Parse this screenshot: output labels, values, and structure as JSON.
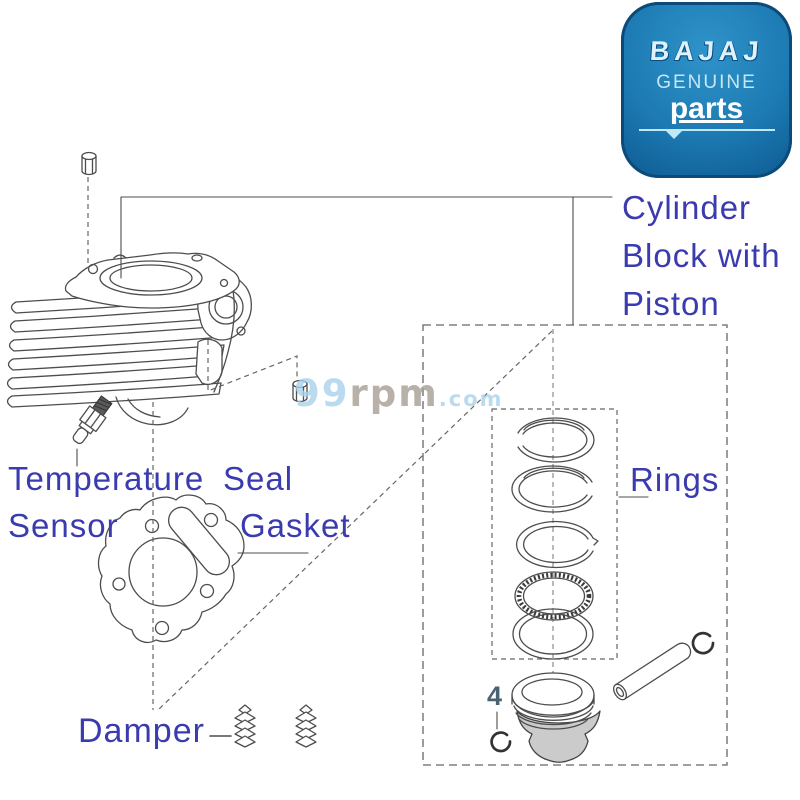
{
  "logo": {
    "brand": "BAJAJ",
    "genuine": "GENUINE",
    "parts": "parts",
    "bg_color": "#1d7ab3",
    "accent_color": "#bfe9f6"
  },
  "watermark": {
    "num": "99",
    "mid": "rpm",
    "tld": ".com",
    "blue_color": "#a9d2ec",
    "gray_color": "#a69e96"
  },
  "labels": {
    "cylinder_block_line1": "Cylinder",
    "cylinder_block_line2": "Block with",
    "cylinder_block_line3": "Piston",
    "temperature": "Temperature",
    "sensor": "Sensor",
    "seal": "Seal",
    "gasket": "Gasket",
    "rings": "Rings",
    "damper": "Damper",
    "part_number": "4",
    "color": "#3b3bb0"
  },
  "diagram": {
    "line_color": "#4d4d4d",
    "dash_color": "#666666",
    "skirt_fill": "#cbcbcb",
    "part_number_color": "#4a6373",
    "icons": [
      "cylinder-block-icon",
      "dowel-pin-icon",
      "temperature-sensor-icon",
      "seal-gasket-icon",
      "piston-ring-icon",
      "oil-ring-icon",
      "piston-icon",
      "gudgeon-pin-icon",
      "circlip-icon",
      "damper-spring-icon"
    ]
  }
}
